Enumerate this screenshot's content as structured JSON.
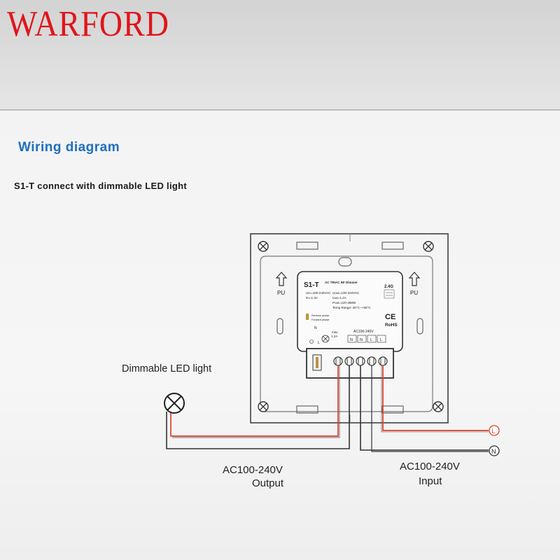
{
  "brand": "WARFORD",
  "section_title": "Wiring diagram",
  "subtitle": "S1-T connect with dimmable LED light",
  "device": {
    "model": "S1-T",
    "product_name": "AC TRIAC RF Dimmer",
    "spec_left": [
      "Uin=100-240VAC",
      "Iin=1.3A"
    ],
    "spec_right": [
      "Uout=100-240VAC",
      "Iout=1.2A",
      "Pout=120-288W",
      "Temp Range:-30°C~+55°C"
    ],
    "freq": "2.4G",
    "ce": "CE",
    "rohs": "RoHS",
    "reverse_phase": "Reverse phase",
    "forward_phase": "Forward phase",
    "n_label": "N",
    "l_label": "L",
    "max_label": "max",
    "max_current": "1.2A",
    "ac_block": "AC100-240V",
    "terminals": [
      "N",
      "N",
      "L",
      "L"
    ],
    "side_mark": "PU"
  },
  "labels": {
    "lamp": "Dimmable LED light",
    "output_voltage": "AC100-240V",
    "output": "Output",
    "input_voltage": "AC100-240V",
    "input": "Input",
    "l_terminal": "L",
    "n_terminal": "N"
  },
  "colors": {
    "brand": "#e0151b",
    "title": "#1e6fc0",
    "live_wire": "#e0402a",
    "neutral_wire": "#333333"
  }
}
